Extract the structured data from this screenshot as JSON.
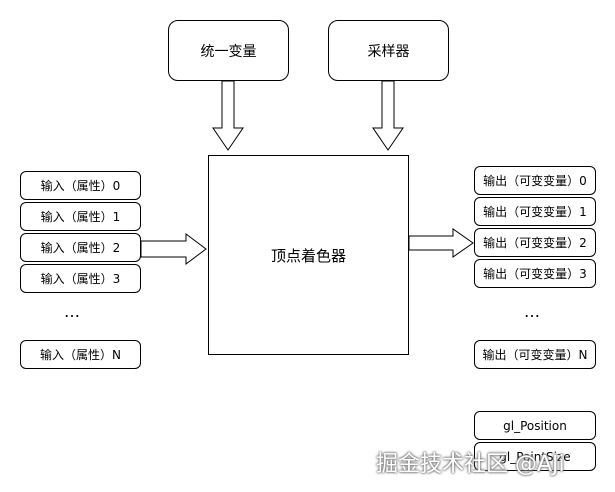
{
  "top": {
    "uniforms": "统一变量",
    "samplers": "采样器"
  },
  "shader": "顶点着色器",
  "inputs": [
    "输入（属性）0",
    "输入（属性）1",
    "输入（属性）2",
    "输入（属性）3"
  ],
  "input_last": "输入（属性）N",
  "input_ellipsis": "…",
  "outputs": [
    "输出（可变变量）0",
    "输出（可变变量）1",
    "输出（可变变量）2",
    "输出（可变变量）3"
  ],
  "output_last": "输出（可变变量）N",
  "output_ellipsis": "…",
  "builtins": [
    "gl_Position",
    "gl_PointSize"
  ],
  "watermark": "掘金技术社区 @AJi"
}
